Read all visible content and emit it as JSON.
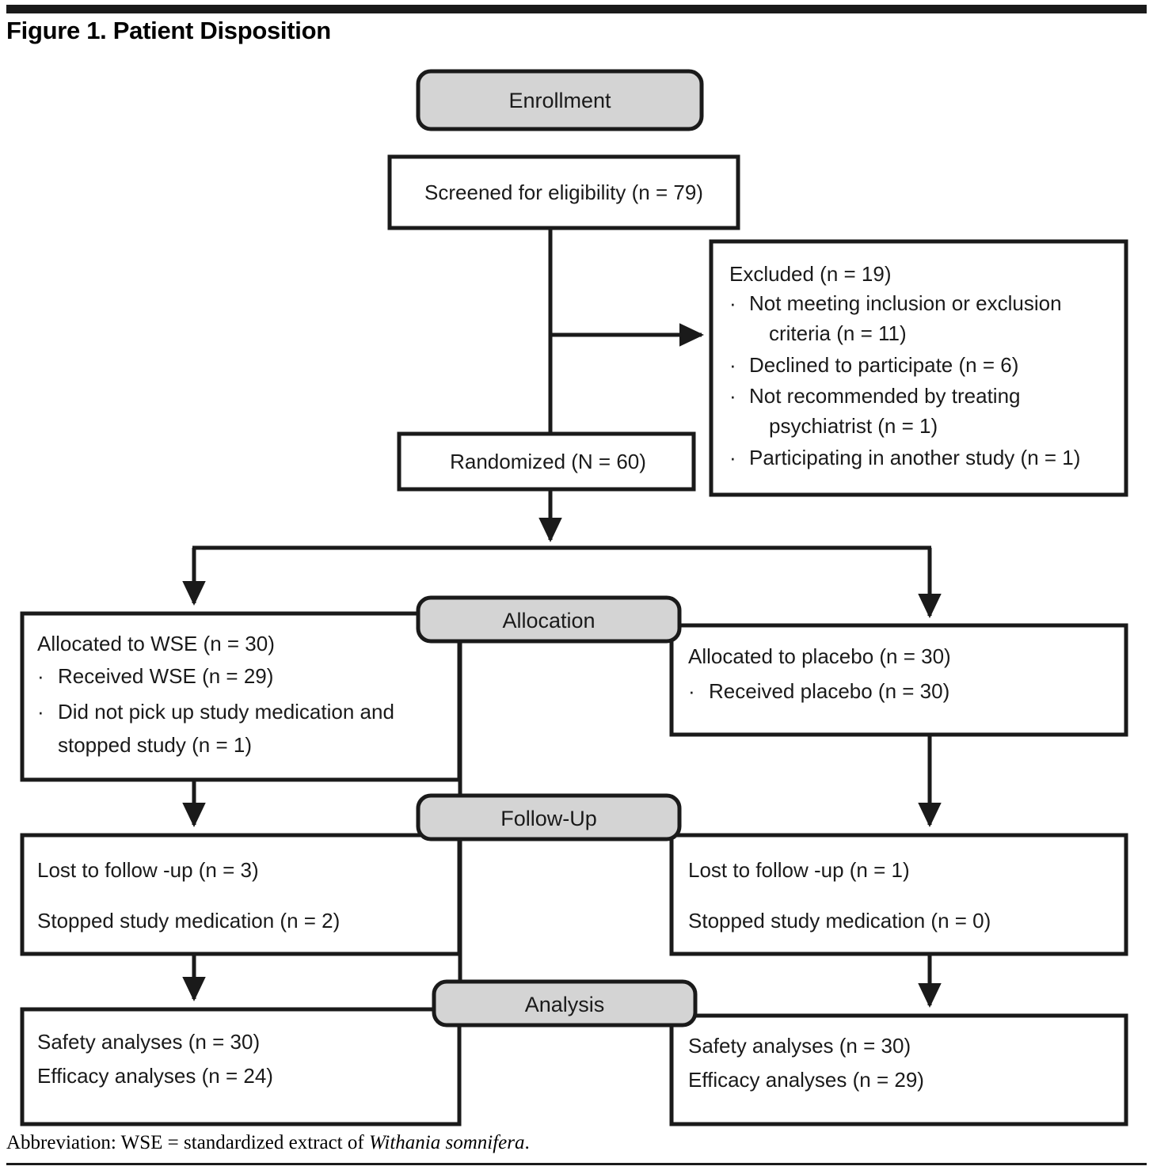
{
  "figure": {
    "title": "Figure 1. Patient Disposition",
    "footnote_prefix": "Abbreviation: WSE = standardized extract of ",
    "footnote_italic": "Withania somnifera",
    "footnote_suffix": "."
  },
  "colors": {
    "stage_fill": "#d4d4d4",
    "line": "#1a1a1a",
    "box_fill": "#ffffff"
  },
  "stages": {
    "enrollment": "Enrollment",
    "allocation": "Allocation",
    "followup": "Follow-Up",
    "analysis": "Analysis"
  },
  "nodes": {
    "screened": "Screened for eligibility (n = 79)",
    "randomized": "Randomized (N = 60)",
    "excluded": {
      "heading": "Excluded (n = 19)",
      "bullets": [
        [
          "Not meeting inclusion or exclusion",
          "criteria (n = 11)"
        ],
        [
          "Declined to participate (n = 6)"
        ],
        [
          "Not recommended by treating",
          "psychiatrist (n = 1)"
        ],
        [
          "Participating in another study (n = 1)"
        ]
      ]
    },
    "alloc_wse": {
      "heading": "Allocated to WSE (n = 30)",
      "bullets": [
        [
          "Received  WSE (n = 29)"
        ],
        [
          "Did not pick up study medication and",
          "stopped study (n = 1)"
        ]
      ]
    },
    "alloc_placebo": {
      "heading": "Allocated to placebo (n = 30)",
      "bullets": [
        [
          "Received placebo (n = 30)"
        ]
      ]
    },
    "followup_wse": {
      "line1": "Lost to follow -up (n = 3)",
      "line2": "Stopped study medication (n = 2)"
    },
    "followup_placebo": {
      "line1": "Lost to follow -up (n = 1)",
      "line2": "Stopped study medication (n = 0)"
    },
    "analysis_wse": {
      "line1": "Safety analyses (n = 30)",
      "line2": "Efficacy analyses (n = 24)"
    },
    "analysis_placebo": {
      "line1": "Safety analyses (n = 30)",
      "line2": "Efficacy analyses (n = 29)"
    }
  },
  "chart_data": {
    "type": "diagram",
    "title": "Figure 1. Patient Disposition",
    "diagram_kind": "CONSORT participant flow",
    "stages": [
      "Enrollment",
      "Allocation",
      "Follow-Up",
      "Analysis"
    ],
    "flow": [
      {
        "stage": "Enrollment",
        "label": "Screened for eligibility",
        "n": 79
      },
      {
        "stage": "Enrollment",
        "label": "Excluded",
        "n": 19,
        "breakdown": [
          {
            "reason": "Not meeting inclusion or exclusion criteria",
            "n": 11
          },
          {
            "reason": "Declined to participate",
            "n": 6
          },
          {
            "reason": "Not recommended by treating psychiatrist",
            "n": 1
          },
          {
            "reason": "Participating in another study",
            "n": 1
          }
        ]
      },
      {
        "stage": "Enrollment",
        "label": "Randomized",
        "n": 60
      },
      {
        "stage": "Allocation",
        "arm": "WSE",
        "label": "Allocated to WSE",
        "n": 30,
        "breakdown": [
          {
            "reason": "Received WSE",
            "n": 29
          },
          {
            "reason": "Did not pick up study medication and stopped study",
            "n": 1
          }
        ]
      },
      {
        "stage": "Allocation",
        "arm": "Placebo",
        "label": "Allocated to placebo",
        "n": 30,
        "breakdown": [
          {
            "reason": "Received placebo",
            "n": 30
          }
        ]
      },
      {
        "stage": "Follow-Up",
        "arm": "WSE",
        "lost_to_follow_up": 3,
        "stopped_study_medication": 2
      },
      {
        "stage": "Follow-Up",
        "arm": "Placebo",
        "lost_to_follow_up": 1,
        "stopped_study_medication": 0
      },
      {
        "stage": "Analysis",
        "arm": "WSE",
        "safety_analyses": 30,
        "efficacy_analyses": 24
      },
      {
        "stage": "Analysis",
        "arm": "Placebo",
        "safety_analyses": 30,
        "efficacy_analyses": 29
      }
    ]
  }
}
